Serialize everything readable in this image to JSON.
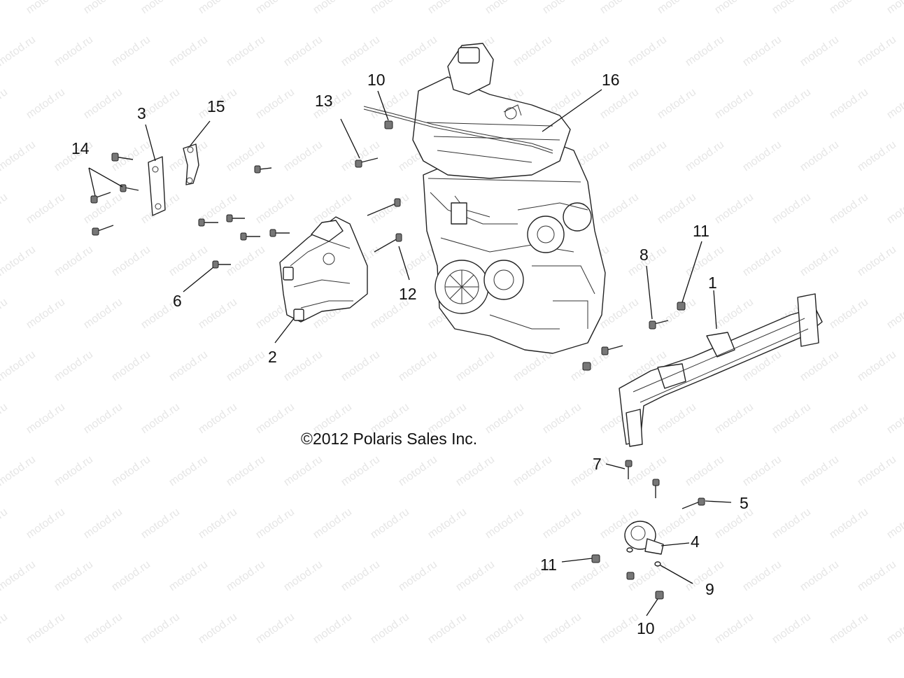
{
  "watermark": "motod.ru",
  "copyright": "©2012 Polaris Sales Inc.",
  "callouts": {
    "c1": "1",
    "c2": "2",
    "c3": "3",
    "c4": "4",
    "c5": "5",
    "c6": "6",
    "c7": "7",
    "c8": "8",
    "c9": "9",
    "c10a": "10",
    "c10b": "10",
    "c11a": "11",
    "c11b": "11",
    "c12": "12",
    "c13": "13",
    "c14": "14",
    "c15": "15",
    "c16": "16"
  },
  "colors": {
    "lines": "#222222",
    "watermark": "#e6e6e6",
    "background": "#ffffff"
  }
}
